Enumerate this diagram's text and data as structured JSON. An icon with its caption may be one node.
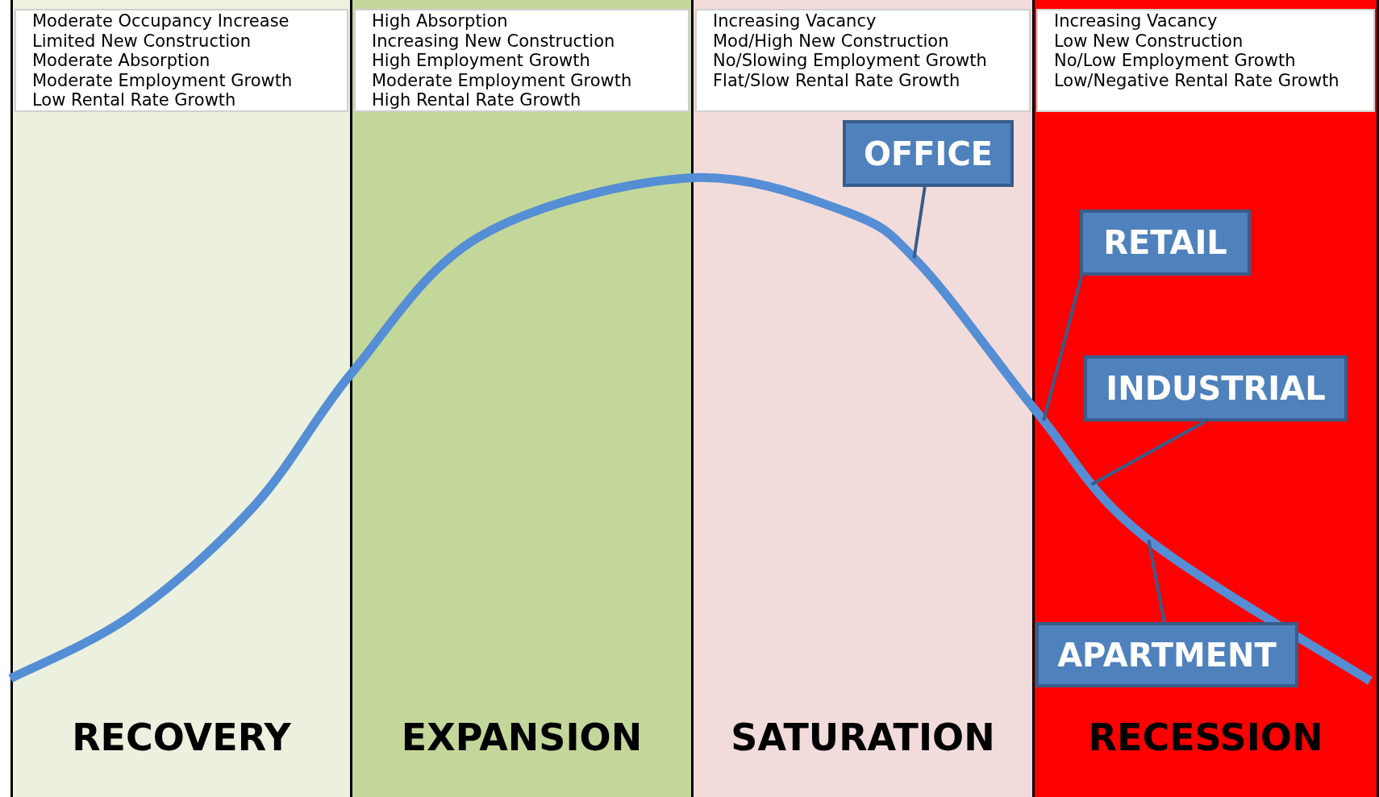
{
  "diagram": {
    "nodes": [
      {
        "text": [
          "RECOVERY"
        ]
      },
      {
        "text": [
          "Moderate Occupancy Increase",
          "Limited New Construction",
          "Moderate Absorption",
          "Moderate Employment Growth",
          "Low Rental Rate Growth"
        ],
        "in": 0
      },
      {
        "text": [
          "EXPANSION"
        ]
      },
      {
        "text": [
          "High Absorption",
          "Increasing New Construction",
          "High Employment Growth",
          "Moderate Employment Growth",
          "High Rental Rate Growth"
        ],
        "in": 2
      },
      {
        "text": [
          "SATURATION"
        ]
      },
      {
        "text": [
          "Increasing Vacancy",
          "Mod/High New Construction",
          "No/Slowing Employment Growth",
          "Flat/Slow Rental Rate Growth"
        ],
        "in": 4
      },
      {
        "text": [
          "RECESSION"
        ]
      },
      {
        "text": [
          "Increasing Vacancy",
          "Low New Construction",
          "No/Low Employment Growth",
          "Low/Negative Rental Rate Growth"
        ],
        "in": 6
      },
      {
        "text": [
          "OFFICE"
        ],
        "in": 4
      },
      {
        "text": [
          "RETAIL"
        ]
      },
      {
        "text": [
          "INDUSTRIAL"
        ]
      },
      {
        "text": [
          "APARTMENT"
        ]
      },
      {
        "text": [],
        "shape": "curve"
      }
    ],
    "edges": [
      {
        "from": 8,
        "to": 12,
        "arrow": "none"
      },
      {
        "from": 9,
        "to": 12,
        "arrow": "none"
      },
      {
        "from": 10,
        "to": 12,
        "arrow": "none"
      },
      {
        "from": 11,
        "to": 12,
        "arrow": "none"
      }
    ]
  }
}
